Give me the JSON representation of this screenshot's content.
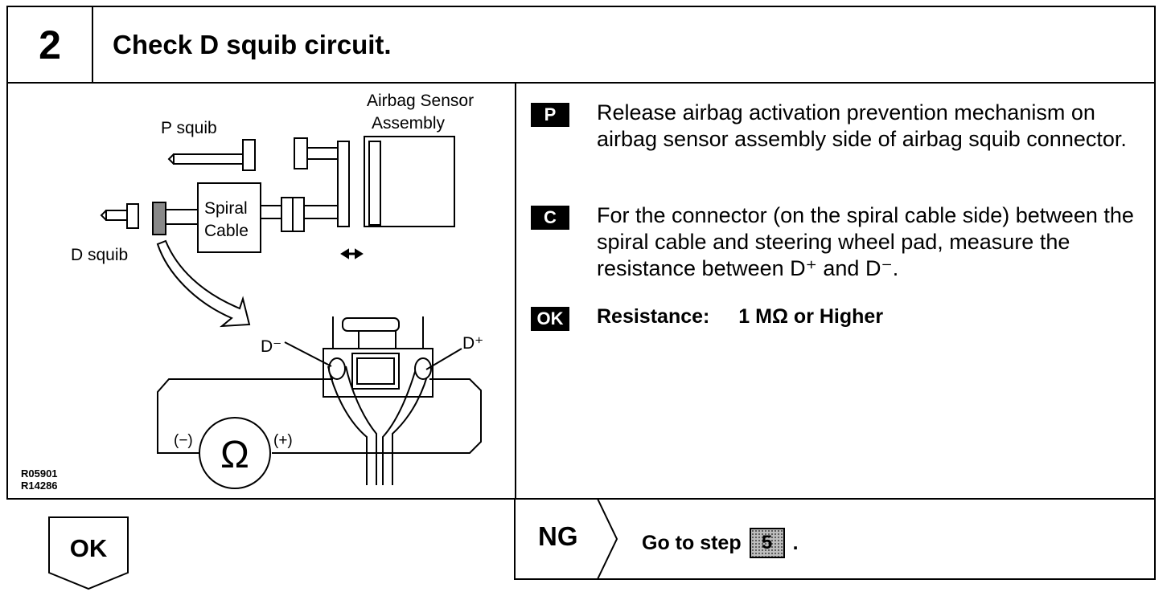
{
  "header": {
    "step_number": "2",
    "title": "Check D squib circuit."
  },
  "figure": {
    "labels": {
      "airbag_sensor_line1": "Airbag Sensor",
      "airbag_sensor_line2": "Assembly",
      "p_squib": "P squib",
      "d_squib": "D squib",
      "spiral_line1": "Spiral",
      "spiral_line2": "Cable",
      "d_minus": "D⁻",
      "d_plus": "D⁺",
      "minus_sign": "(−)",
      "plus_sign": "(+)",
      "ohm_symbol": "Ω"
    },
    "codes": [
      "R05901",
      "R14286"
    ]
  },
  "instructions": [
    {
      "badge": "P",
      "text": "Release airbag activation prevention mechanism on airbag sensor assembly side of airbag squib connector."
    },
    {
      "badge": "C",
      "text": "For the connector (on the spiral cable side) between the spiral cable and steering wheel pad, measure the resistance between D⁺ and D⁻."
    }
  ],
  "spec": {
    "badge": "OK",
    "label": "Resistance:",
    "value": "1 MΩ or Higher"
  },
  "footer": {
    "ok_label": "OK",
    "ng_label": "NG",
    "go_to_text": "Go to step",
    "go_to_step": "5",
    "period": "."
  }
}
